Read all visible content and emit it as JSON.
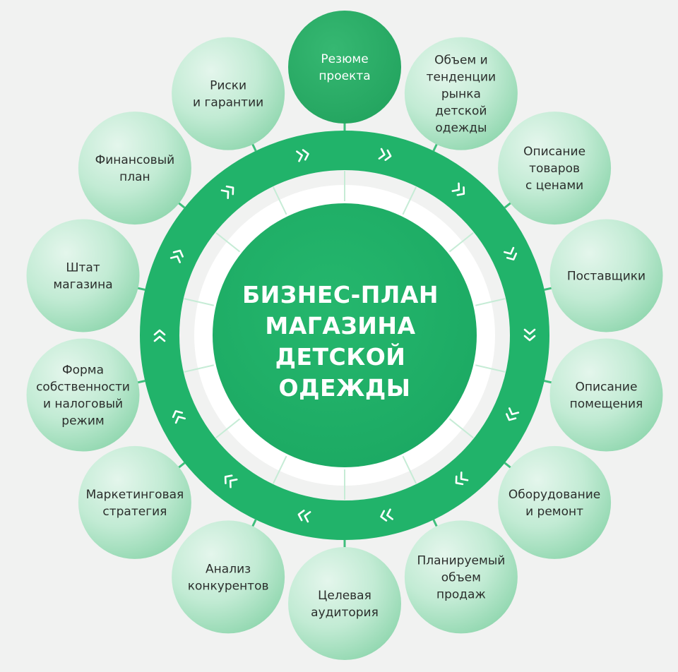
{
  "center": {
    "lines": [
      "БИЗНЕС-ПЛАН",
      "МАГАЗИНА",
      "ДЕТСКОЙ",
      "ОДЕЖДЫ"
    ]
  },
  "colors": {
    "ring": "#21b36a",
    "center_fill": "#1fae66",
    "highlight_node": "#2aa866",
    "node_light": "#ddf3e6",
    "node_mid": "#9fddbb",
    "connector": "#3fbf7c",
    "background": "#f1f2f1"
  },
  "nodes": [
    {
      "id": "resume",
      "lines": [
        "Резюме",
        "проекта"
      ],
      "highlight": true
    },
    {
      "id": "market",
      "lines": [
        "Объем и",
        "тенденции",
        "рынка",
        "детской",
        "одежды"
      ]
    },
    {
      "id": "goods",
      "lines": [
        "Описание",
        "товаров",
        "с ценами"
      ]
    },
    {
      "id": "suppliers",
      "lines": [
        "Поставщики"
      ]
    },
    {
      "id": "premises",
      "lines": [
        "Описание",
        "помещения"
      ]
    },
    {
      "id": "equipment",
      "lines": [
        "Оборудование",
        "и ремонт"
      ]
    },
    {
      "id": "sales",
      "lines": [
        "Планируемый",
        "объем",
        "продаж"
      ]
    },
    {
      "id": "audience",
      "lines": [
        "Целевая",
        "аудитория"
      ]
    },
    {
      "id": "competitors",
      "lines": [
        "Анализ",
        "конкурентов"
      ]
    },
    {
      "id": "marketing",
      "lines": [
        "Маркетинговая",
        "стратегия"
      ]
    },
    {
      "id": "ownership",
      "lines": [
        "Форма",
        "собственности",
        "и налоговый",
        "режим"
      ]
    },
    {
      "id": "staff",
      "lines": [
        "Штат",
        "магазина"
      ]
    },
    {
      "id": "finance",
      "lines": [
        "Финансовый",
        "план"
      ]
    },
    {
      "id": "risks",
      "lines": [
        "Риски",
        "и гарантии"
      ]
    }
  ]
}
